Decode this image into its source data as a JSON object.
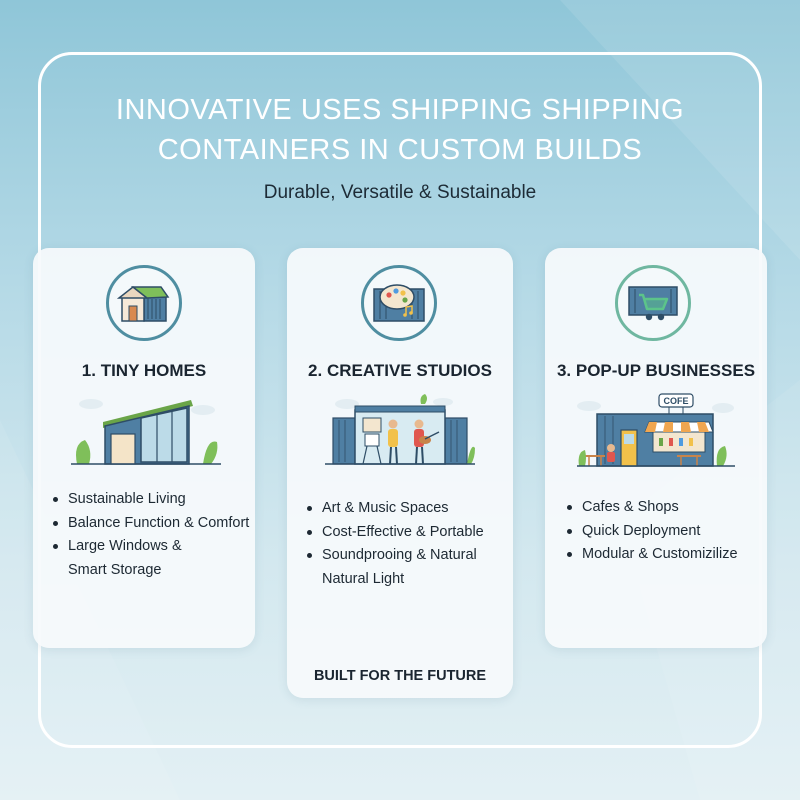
{
  "header": {
    "title_line1": "INNOVATIVE USES  SHIPPING SHIPPING",
    "title_line2": "CONTAINERS IN CUSTOM BUILDS",
    "subtitle": "Durable, Versatile & Sustainable"
  },
  "cards": [
    {
      "title": "1. TINY HOMES",
      "icon": "tiny-home-icon",
      "bullets": [
        {
          "line1": "Sustainable Living",
          "line2": ""
        },
        {
          "line1": "Balance Function & Comfort",
          "line2": ""
        },
        {
          "line1": "Large Windows &",
          "line2": "Smart Storage"
        }
      ]
    },
    {
      "title": "2. CREATIVE STUDIOS",
      "icon": "palette-container-icon",
      "bullets": [
        {
          "line1": "Art & Music Spaces",
          "line2": ""
        },
        {
          "line1": "Cost-Effective & Portable",
          "line2": ""
        },
        {
          "line1": "Soundprooing & Natural",
          "line2": "Natural Light"
        }
      ],
      "footer": "BUILT FOR THE FUTURE"
    },
    {
      "title": "3. POP-UP BUSINESSES",
      "icon": "shopping-cart-container-icon",
      "sign": "COFE",
      "bullets": [
        {
          "line1": "Cafes & Shops",
          "line2": ""
        },
        {
          "line1": "Quick Deployment",
          "line2": ""
        },
        {
          "line1": "Modular & Customizilize",
          "line2": ""
        }
      ]
    }
  ],
  "colors": {
    "container_blue": "#4f7fa3",
    "icon_ring": "#4f8ea1",
    "icon_ring_green": "#6fb7a0",
    "plant_green": "#7fbf5a",
    "awning_orange": "#f0a650"
  }
}
